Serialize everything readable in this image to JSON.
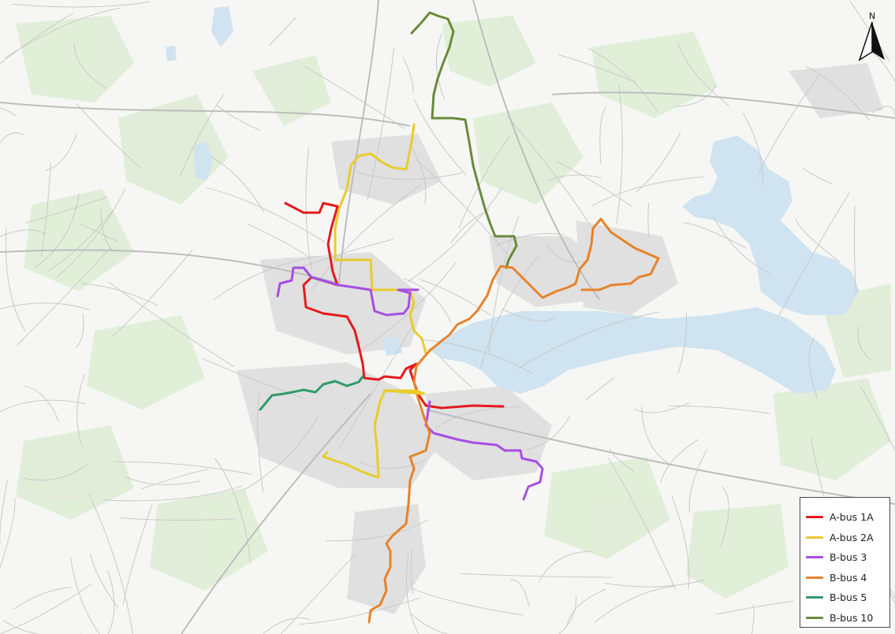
{
  "legend": {
    "items": [
      {
        "label": "A-bus 1A",
        "color": "#e41a1c"
      },
      {
        "label": "A-bus 2A",
        "color": "#e8cc2c"
      },
      {
        "label": "B-bus 3",
        "color": "#a64ee3"
      },
      {
        "label": "B-bus 4",
        "color": "#e8822a"
      },
      {
        "label": "B-bus 5",
        "color": "#2f9a69"
      },
      {
        "label": "B-bus 10",
        "color": "#6a8a3a"
      }
    ]
  },
  "north_arrow": {
    "label": "N",
    "icon": "north-arrow-icon"
  },
  "colors": {
    "water": "#cfe3f0",
    "land": "#f6f7f4",
    "green": "#dcebd2",
    "urban": "#d9d9d9",
    "road": "#c8c8c8"
  }
}
